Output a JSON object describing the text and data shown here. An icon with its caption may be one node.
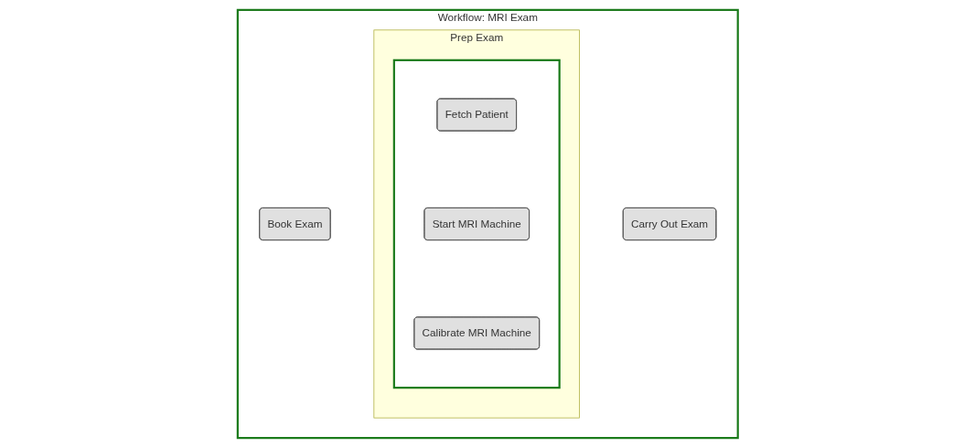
{
  "diagram": {
    "nodes": [
      {
        "text": [
          "Workflow: MRI Exam"
        ]
      },
      {
        "text": [
          "Book Exam"
        ],
        "in": 0
      },
      {
        "text": [
          "Prep Exam"
        ],
        "in": 0
      },
      {
        "text": [],
        "shape": "box",
        "in": 2
      },
      {
        "text": [
          "Fetch Patient"
        ],
        "in": 3
      },
      {
        "text": [
          "Start MRI Machine"
        ],
        "in": 3
      },
      {
        "text": [
          "Calibrate MRI Machine"
        ],
        "in": 3
      },
      {
        "text": [
          "Carry Out Exam"
        ],
        "in": 0
      }
    ]
  }
}
